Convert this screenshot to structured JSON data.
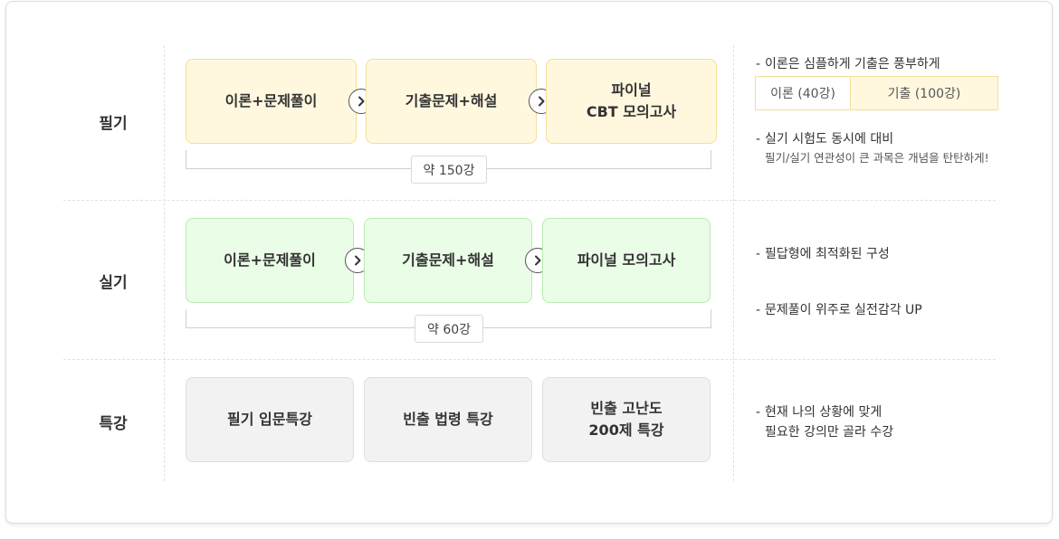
{
  "rows": {
    "written": {
      "label": "필기",
      "steps": [
        "이론+문제풀이",
        "기출문제+해설",
        "파이널",
        "CBT 모의고사"
      ],
      "total": "약 150강",
      "notes": {
        "note1": "이론은 심플하게 기출은 풍부하게",
        "split_theory": "이론 (40강)",
        "split_past": "기출 (100강)",
        "note2": "실기 시험도 동시에 대비",
        "note2_sub": "필기/실기 연관성이 큰 과목은 개념을 탄탄하게!"
      }
    },
    "practical": {
      "label": "실기",
      "steps": [
        "이론+문제풀이",
        "기출문제+해설",
        "파이널 모의고사"
      ],
      "total": "약 60강",
      "notes": {
        "note1": "필답형에 최적화된 구성",
        "note2": "문제풀이 위주로 실전감각 UP"
      }
    },
    "special": {
      "label": "특강",
      "steps": [
        "필기 입문특강",
        "빈출 법령 특강",
        "빈출 고난도",
        "200제 특강"
      ],
      "notes": {
        "note1": "현재 나의 상황에 맞게",
        "note1_line2": "필요한 강의만 골라 수강"
      }
    }
  },
  "note_dash": "-",
  "colors": {
    "written_fill": "#fff8df",
    "practical_fill": "#eafde7",
    "special_fill": "#f2f2f2"
  },
  "icons": {
    "step_arrow": "chevron-right-circle-icon"
  }
}
